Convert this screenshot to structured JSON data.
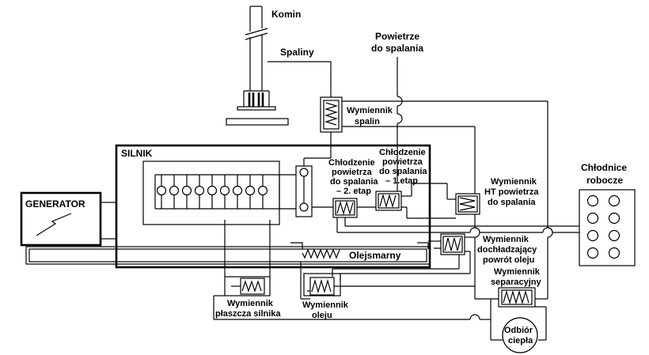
{
  "labels": {
    "komin": "Komin",
    "spaliny": "Spaliny",
    "powietrze_1": "Powietrze",
    "powietrze_2": "do spalania",
    "wym_spalin_1": "Wymiennik",
    "wym_spalin_2": "spalin",
    "silnik": "SILNIK",
    "generator": "GENERATOR",
    "chl2_1": "Chłodzenie",
    "chl2_2": "powietrza",
    "chl2_3": "do spalania",
    "chl2_4": "– 2. etap",
    "chl1_1": "Chłodzenie",
    "chl1_2": "powietrza",
    "chl1_3": "do spalania",
    "chl1_4": "– 1.etap",
    "wym_ht_1": "Wymiennik",
    "wym_ht_2": "HT powietrza",
    "wym_ht_3": "do spalania",
    "chlodnice_1": "Chłodnice",
    "chlodnice_2": "robocze",
    "olej": "Olejsmarny",
    "wym_doch_1": "Wymiennik",
    "wym_doch_2": "dochładzający",
    "wym_doch_3": "powrót oleju",
    "wym_sep_1": "Wymiennik",
    "wym_sep_2": "separacyjny",
    "wym_plaszcza_1": "Wymiennik",
    "wym_plaszcza_2": "płaszcza silnika",
    "wym_oleju_1": "Wymiennik",
    "wym_oleju_2": "oleju",
    "odbior_1": "Odbiór",
    "odbior_2": "ciepła"
  }
}
